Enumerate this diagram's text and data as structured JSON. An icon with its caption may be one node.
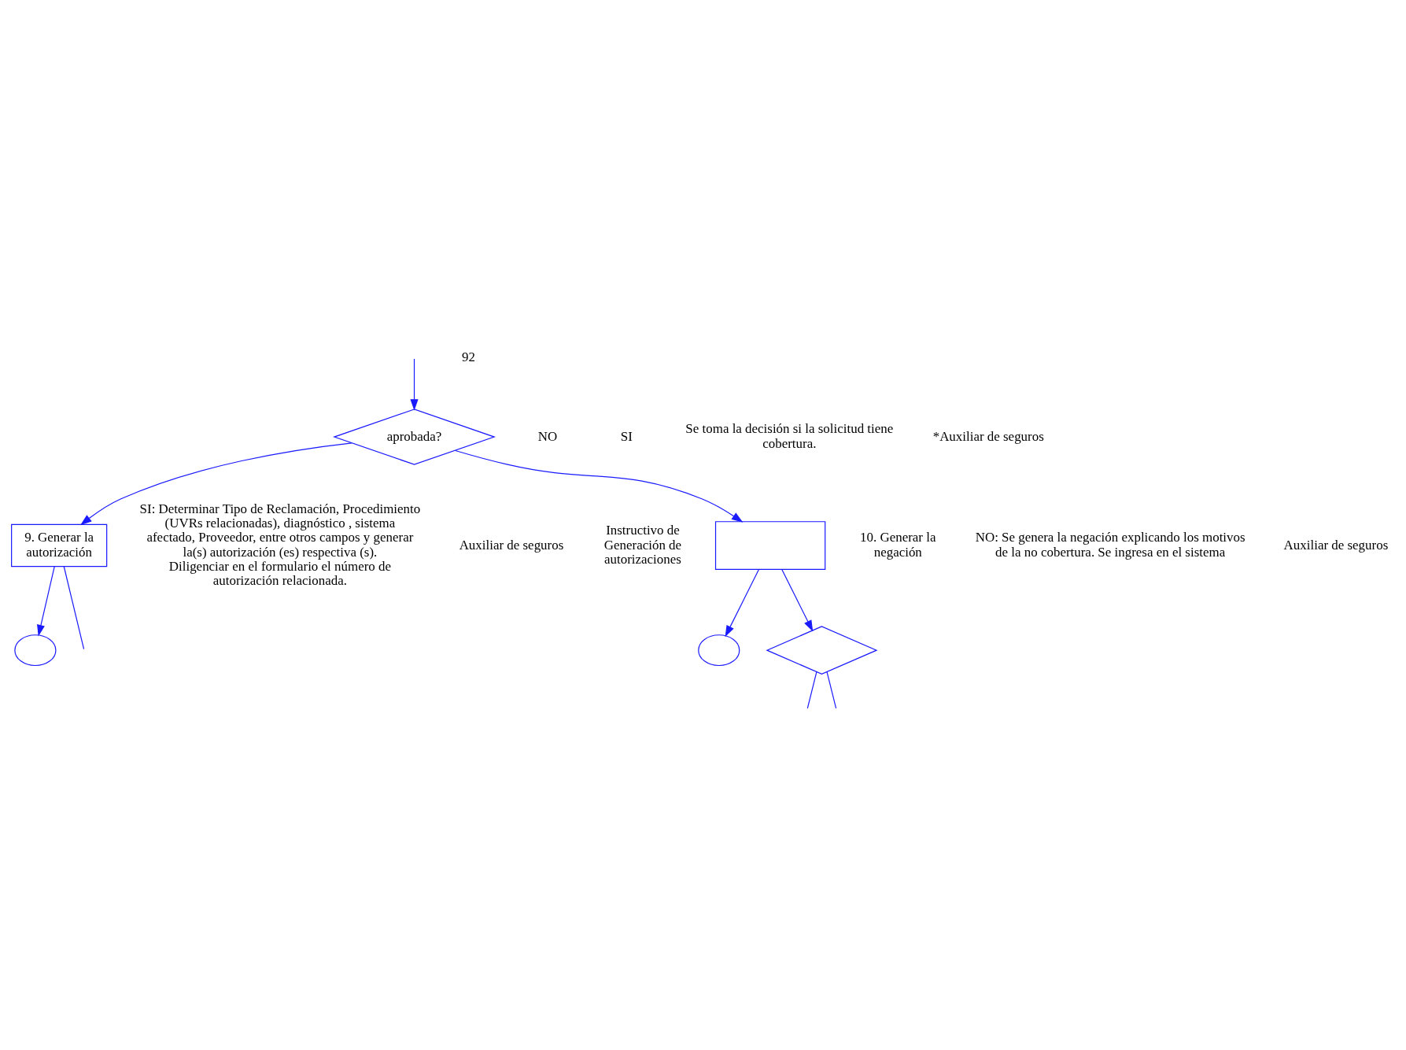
{
  "diagram": {
    "nodes": [
      {
        "text": [
          "aprobada?"
        ]
      },
      {
        "text": [
          "9. Generar la autorización"
        ]
      },
      {
        "text": [],
        "shape": "circle"
      },
      {
        "text": [],
        "shape": "box"
      },
      {
        "text": [],
        "shape": "circle"
      },
      {
        "text": [],
        "shape": "diamond"
      }
    ],
    "edges": [
      {
        "from": null,
        "to": 0,
        "arrow": "to"
      },
      {
        "from": 0,
        "to": 1,
        "arrow": "to"
      },
      {
        "from": 0,
        "to": 3,
        "arrow": "to"
      },
      {
        "from": 1,
        "to": 2,
        "arrow": "to"
      },
      {
        "from": 1,
        "to": null,
        "arrow": "none"
      },
      {
        "from": 3,
        "to": 4,
        "arrow": "to"
      },
      {
        "from": 3,
        "to": 5,
        "arrow": "to"
      },
      {
        "from": 5,
        "to": null,
        "arrow": "none"
      },
      {
        "from": 5,
        "to": null,
        "arrow": "none"
      }
    ],
    "labels": [
      "92",
      "NO",
      "SI",
      "Se toma la decisión si la solicitud tiene cobertura.",
      "*Auxiliar de seguros",
      "SI: Determinar Tipo de Reclamación, Procedimiento (UVRs relacionadas), diagnóstico , sistema afectado, Proveedor, entre otros campos y generar la(s) autorización (es) respectiva (s). Diligenciar en el formulario el número de autorización relacionada.",
      "Auxiliar de seguros",
      "Instructivo de Generación de autorizaciones",
      "10. Generar la negación",
      "NO: Se genera la negación explicando los motivos de la no cobertura. Se ingresa en el sistema",
      "Auxiliar de seguros"
    ]
  }
}
